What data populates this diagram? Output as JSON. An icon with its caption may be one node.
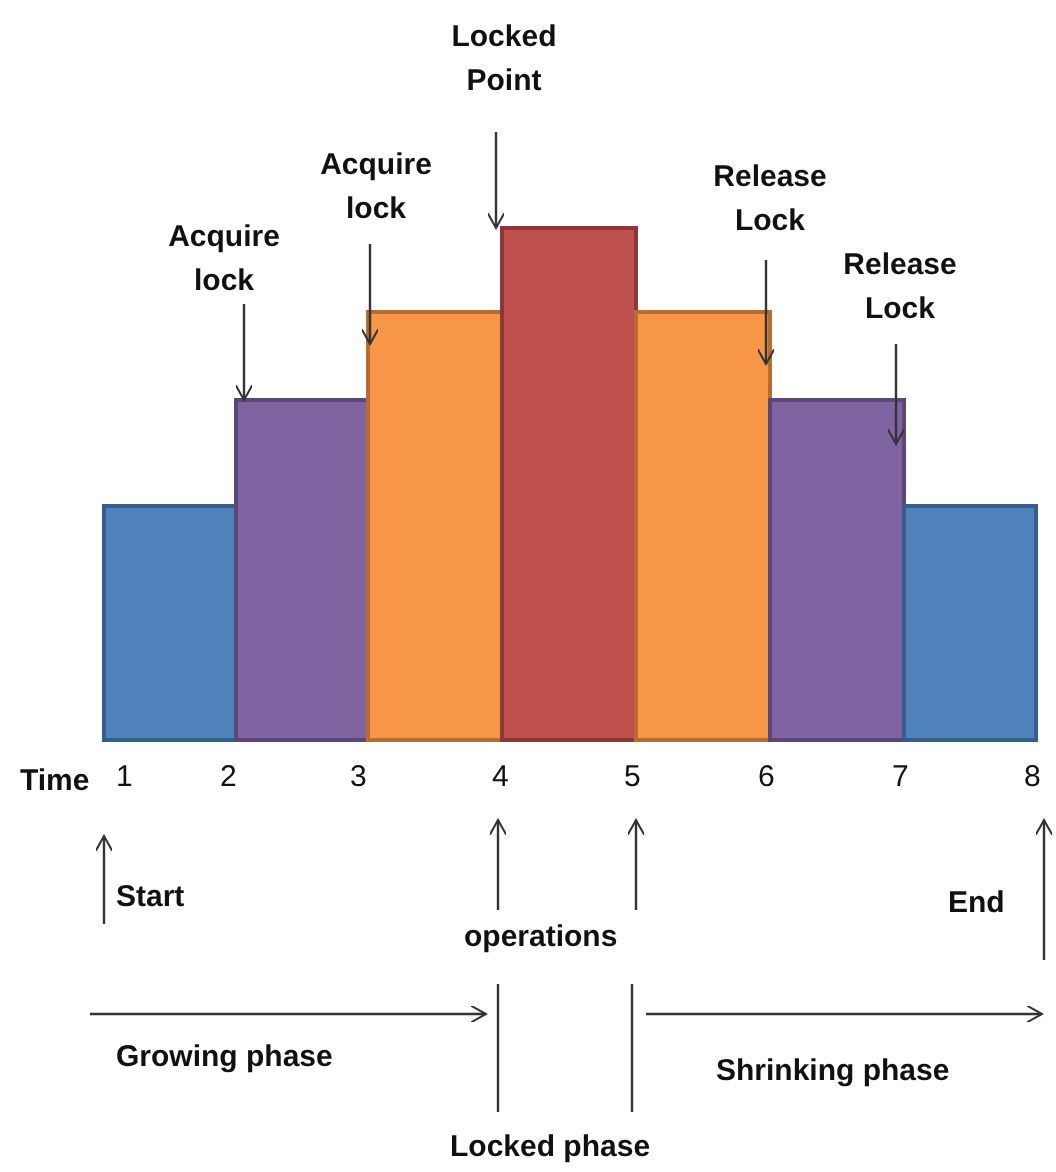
{
  "diagram": {
    "nodes": [
      {
        "text": [],
        "shape": "bar"
      },
      {
        "text": [],
        "shape": "bar"
      },
      {
        "text": [],
        "shape": "bar"
      },
      {
        "text": [],
        "shape": "bar"
      },
      {
        "text": [],
        "shape": "bar"
      },
      {
        "text": [],
        "shape": "bar"
      },
      {
        "text": [],
        "shape": "bar"
      },
      {
        "text": [
          "Acquire lock"
        ]
      },
      {
        "text": [
          "Acquire lock"
        ]
      },
      {
        "text": [
          "Locked Point"
        ]
      },
      {
        "text": [
          "Release Lock"
        ]
      },
      {
        "text": [
          "Release Lock"
        ]
      }
    ],
    "edges": [
      {
        "from": 7,
        "to": 1,
        "arrow": "to"
      },
      {
        "from": 8,
        "to": 2,
        "arrow": "to"
      },
      {
        "from": 9,
        "to": 3,
        "arrow": "to"
      },
      {
        "from": 10,
        "to": 4,
        "arrow": "to"
      },
      {
        "from": 11,
        "to": 5,
        "arrow": "to"
      }
    ],
    "labels": [
      "Time",
      "1",
      "2",
      "3",
      "4",
      "5",
      "6",
      "7",
      "8",
      "Start",
      "End",
      "operations",
      "Growing phase",
      "Shrinking phase",
      "Locked phase"
    ]
  }
}
